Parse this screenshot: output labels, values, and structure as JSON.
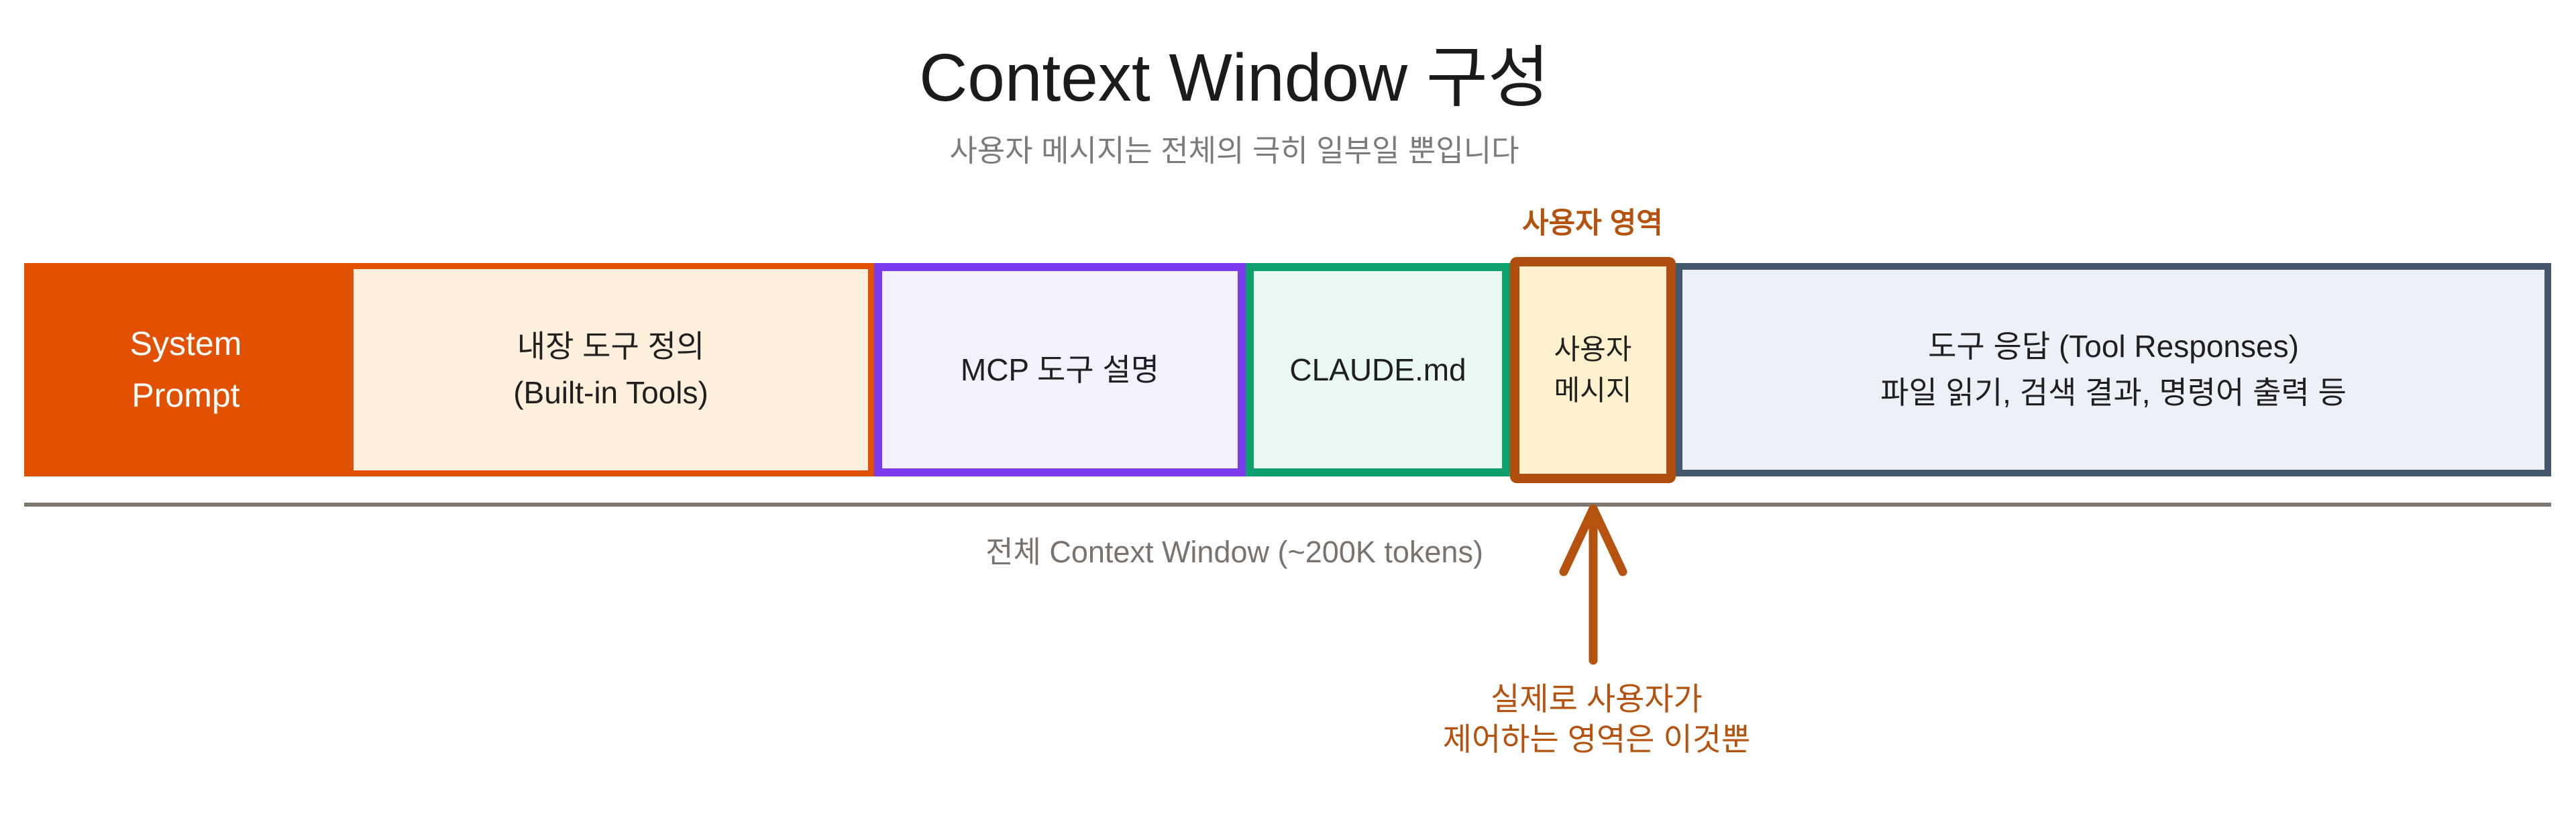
{
  "title": "Context Window 구성",
  "subtitle": "사용자 메시지는 전체의 극히 일부일 뿐입니다",
  "user_area": {
    "label": "사용자 영역",
    "color": "#b5530e",
    "callout_lines": [
      "실제로 사용자가",
      "제어하는 영역은 이것뿐"
    ]
  },
  "bar": {
    "segments": [
      {
        "name": "system-prompt",
        "lines": [
          "System",
          "Prompt"
        ],
        "fill": "#e25102",
        "border": "#e25102",
        "text": "#ffffff"
      },
      {
        "name": "built-in-tools",
        "lines": [
          "내장 도구 정의",
          "(Built-in Tools)"
        ],
        "fill": "#fcf0dd",
        "border": "#e25102",
        "text": "#1f1f1f"
      },
      {
        "name": "mcp-tools",
        "lines": [
          "MCP 도구 설명"
        ],
        "fill": "#f4f1fd",
        "border": "#7c3aed",
        "text": "#1f1f1f"
      },
      {
        "name": "claude-md",
        "lines": [
          "CLAUDE.md"
        ],
        "fill": "#e9f8f1",
        "border": "#0e9f6e",
        "text": "#1f1f1f"
      },
      {
        "name": "user-message",
        "lines": [
          "사용자",
          "메시지"
        ],
        "fill": "#fdf2cd",
        "border": "#b04e0f",
        "text": "#1f1f1f"
      },
      {
        "name": "tool-responses",
        "lines": [
          "도구 응답 (Tool Responses)",
          "파일 읽기, 검색 결과, 명령어 출력 등"
        ],
        "fill": "#edf1f7",
        "border": "#44586c",
        "text": "#1f1f1f"
      }
    ]
  },
  "baseline": {
    "caption": "전체 Context Window (~200K tokens)",
    "line_color": "#7f7870",
    "caption_color": "#7a736d"
  }
}
